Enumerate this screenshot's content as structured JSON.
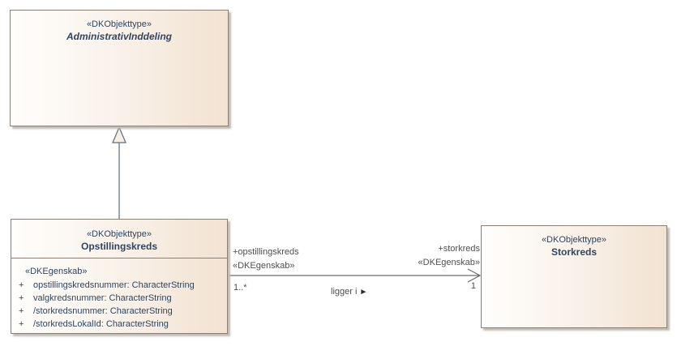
{
  "diagram": {
    "canvas_bg": "#ffffff",
    "colors": {
      "box_fill_start": "#fffefc",
      "box_fill_end": "#f2e2d1",
      "box_border": "#8b8076",
      "box_shadow": "#c2bcb5",
      "class_text": "#2f4560",
      "edge_label_text": "#4f4f4f",
      "association_line": "#6a6a6a",
      "generalization_line": "#5c6b85",
      "generalization_triangle_fill": "#f7efe6"
    }
  },
  "classes": {
    "administrativ_inddeling": {
      "stereotype": "«DKObjekttype»",
      "name": "AdministrativInddeling",
      "abstract": true
    },
    "opstillingskreds": {
      "stereotype": "«DKObjekttype»",
      "name": "Opstillingskreds",
      "attributes_stereotype": "«DKEgenskab»",
      "attributes": [
        {
          "visibility": "+",
          "signature": "opstillingskredsnummer: CharacterString"
        },
        {
          "visibility": "+",
          "signature": "valgkredsnummer: CharacterString"
        },
        {
          "visibility": "+",
          "signature": "/storkredsnummer: CharacterString"
        },
        {
          "visibility": "+",
          "signature": "/storkredsLokalId: CharacterString"
        }
      ]
    },
    "storkreds": {
      "stereotype": "«DKObjekttype»",
      "name": "Storkreds"
    }
  },
  "relations": {
    "generalization": {
      "from": "Opstillingskreds",
      "to": "AdministrativInddeling"
    },
    "association": {
      "name": "ligger i",
      "direction_marker": "►",
      "source_role": "+opstillingskreds",
      "source_stereotype": "«DKEgenskab»",
      "source_multiplicity": "1..*",
      "target_role": "+storkreds",
      "target_stereotype": "«DKEgenskab»",
      "target_multiplicity": "1"
    }
  }
}
